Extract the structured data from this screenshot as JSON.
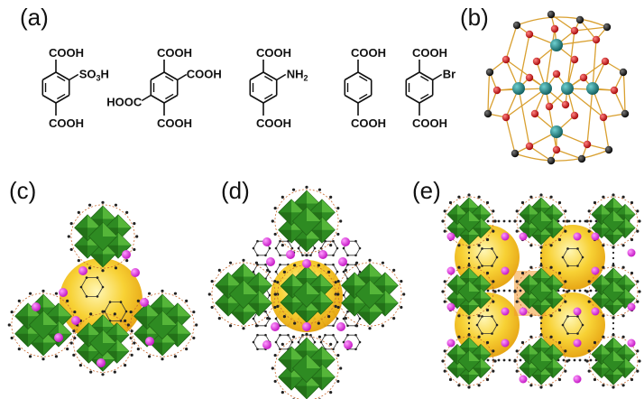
{
  "panels": {
    "a": "(a)",
    "b": "(b)",
    "c": "(c)",
    "d": "(d)",
    "e": "(e)"
  },
  "molecules": [
    {
      "top": "COOH",
      "bottom": "COOH",
      "sub_main": "SO",
      "sub_index": "3",
      "sub_tail": "H"
    },
    {
      "top": "COOH",
      "top_right": "COOH",
      "left": "HOOC",
      "bottom": "COOH"
    },
    {
      "top": "COOH",
      "bottom": "COOH",
      "sub_main": "NH",
      "sub_index": "2"
    },
    {
      "top": "COOH",
      "bottom": "COOH"
    },
    {
      "top": "COOH",
      "bottom": "COOH",
      "sub_main": "Br"
    }
  ],
  "colors": {
    "bond": "#111111",
    "octahedron": "#2e8b22",
    "octahedron_dark": "#1f6614",
    "octahedron_light": "#5fc040",
    "cage": "#f5c518",
    "linker_atom": "#e020e0",
    "zr": "#1a8a8a",
    "oxygen": "#e01010",
    "carbon": "#222222",
    "link": "#d9a030"
  }
}
